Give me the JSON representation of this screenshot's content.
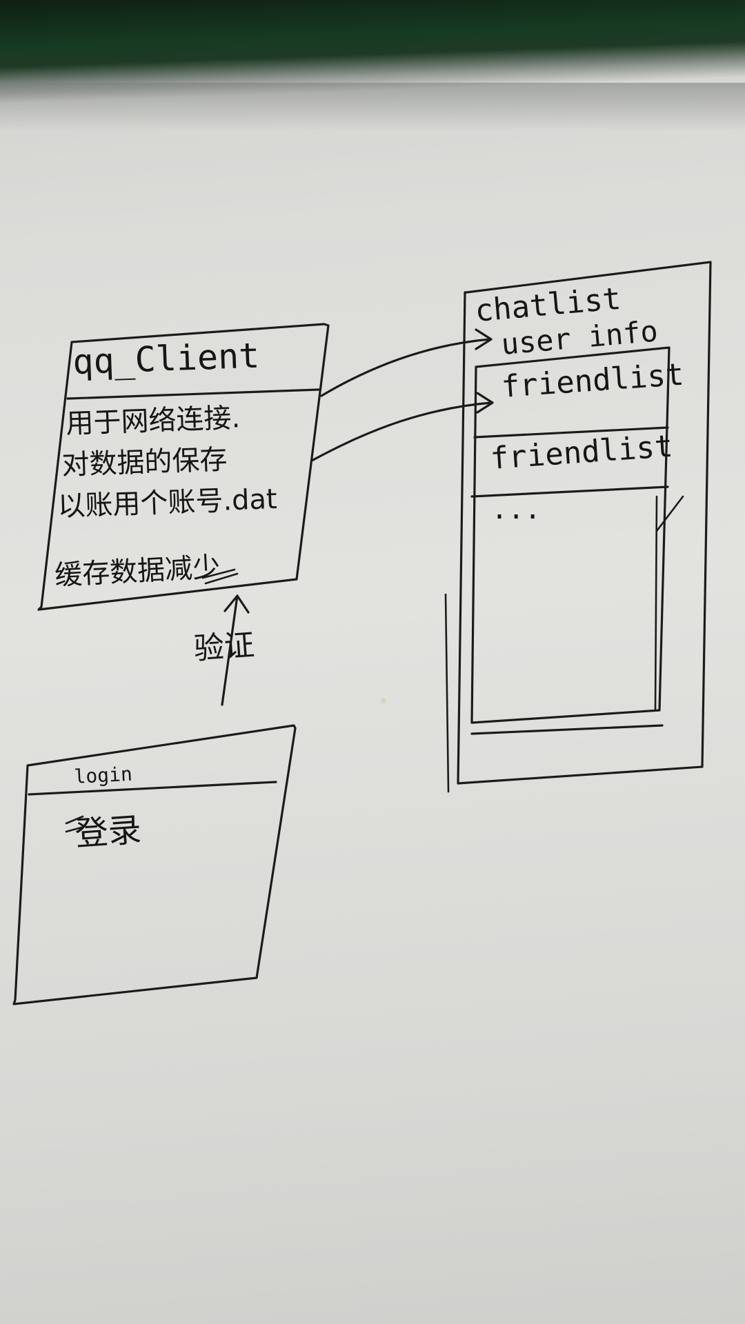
{
  "client_box": {
    "title": "qq_Client",
    "lines": [
      "用于网络连接.",
      "对数据的保存",
      "以账用个账号.dat",
      "缓存数据减少"
    ]
  },
  "verify_label": "验证",
  "login_box": {
    "title": "login",
    "body": "登录"
  },
  "chat_box": {
    "title": "chatlist",
    "user_info": "user info",
    "rows": [
      "friendlist",
      "friendlist",
      "..."
    ]
  }
}
